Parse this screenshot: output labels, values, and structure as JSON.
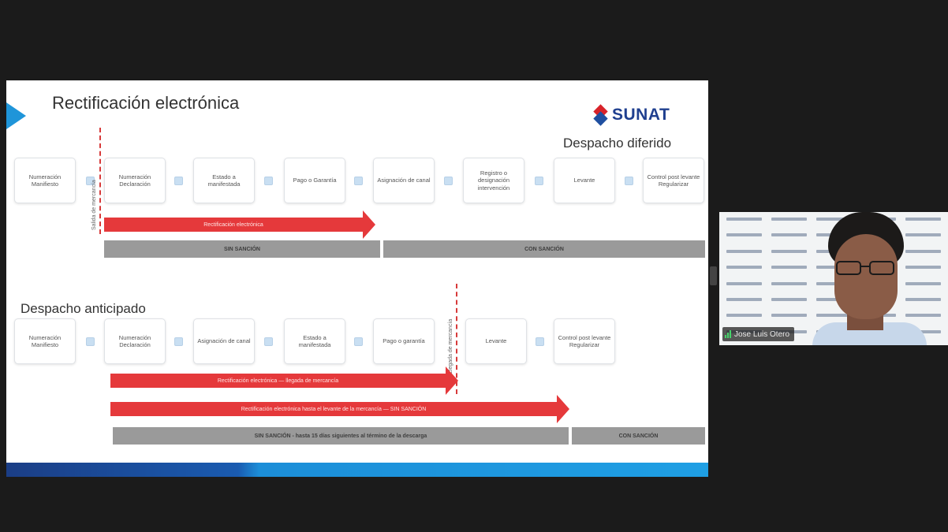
{
  "slide": {
    "title": "Rectificación electrónica",
    "logo_text": "SUNAT",
    "colors": {
      "accent_blue": "#1f95d9",
      "arrow_red": "#e5393b",
      "bar_gray": "#9a9a9a"
    },
    "diferido": {
      "heading": "Despacho diferido",
      "steps": [
        "Numeración Manifiesto",
        "Numeración Declaración",
        "Estado a manifestada",
        "Pago o Garantía",
        "Asignación de canal",
        "Registro o designación intervención",
        "Levante",
        "Control post levante Regularizar"
      ],
      "marker_label": "Salida de mercancía",
      "arrow_label": "Rectificación electrónica",
      "bar_left": "SIN SANCIÓN",
      "bar_right": "CON SANCIÓN"
    },
    "anticipado": {
      "heading": "Despacho anticipado",
      "steps": [
        "Numeración Manifiesto",
        "Numeración Declaración",
        "Asignación de canal",
        "Estado a manifestada",
        "Pago o garantía",
        "Levante",
        "Control post levante Regularizar"
      ],
      "marker_label": "Llegada de mercancía",
      "arrow1_label": "Rectificación electrónica — llegada de mercancía",
      "arrow2_label": "Rectificación electrónica hasta el levante de la mercancía — SIN SANCIÓN",
      "bar_left": "SIN SANCIÓN - hasta 15 días siguientes al término de la descarga",
      "bar_right": "CON SANCIÓN"
    }
  },
  "video": {
    "participant_name": "Jose Luis Otero",
    "mic_icon": "signal-bars-icon"
  }
}
